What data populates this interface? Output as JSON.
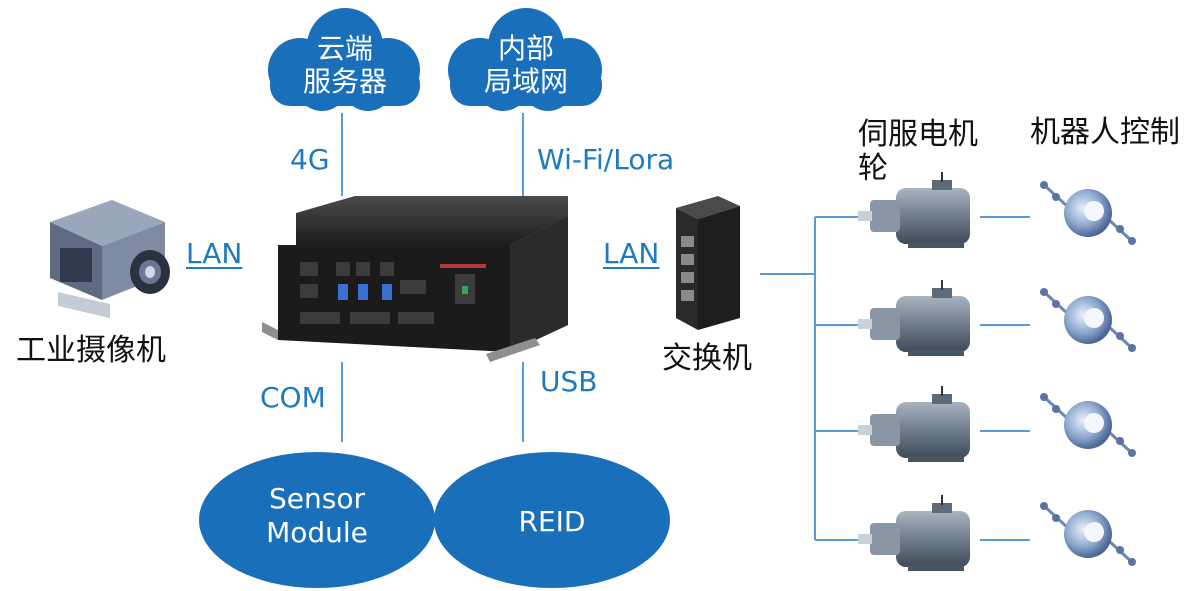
{
  "colors": {
    "accent": "#1f7bbf",
    "shape_fill": "#1a6fba",
    "line": "#5b9bd5",
    "text_dark": "#111111"
  },
  "clouds": [
    {
      "lines": [
        "云端",
        "服务器"
      ]
    },
    {
      "lines": [
        "内部",
        "局域网"
      ]
    }
  ],
  "links": {
    "g4": "4G",
    "wifi": "Wi-Fi/Lora",
    "lan_left": "LAN",
    "lan_right": "LAN",
    "com": "COM",
    "usb": "USB"
  },
  "nodes": {
    "camera": "工业摄像机",
    "switch": "交换机",
    "servo_header": [
      "伺服电机",
      "轮"
    ],
    "robot_header": "机器人控制"
  },
  "bubbles": [
    {
      "lines": [
        "Sensor",
        "Module"
      ]
    },
    {
      "lines": [
        "REID"
      ]
    }
  ],
  "motor_rows": 4
}
